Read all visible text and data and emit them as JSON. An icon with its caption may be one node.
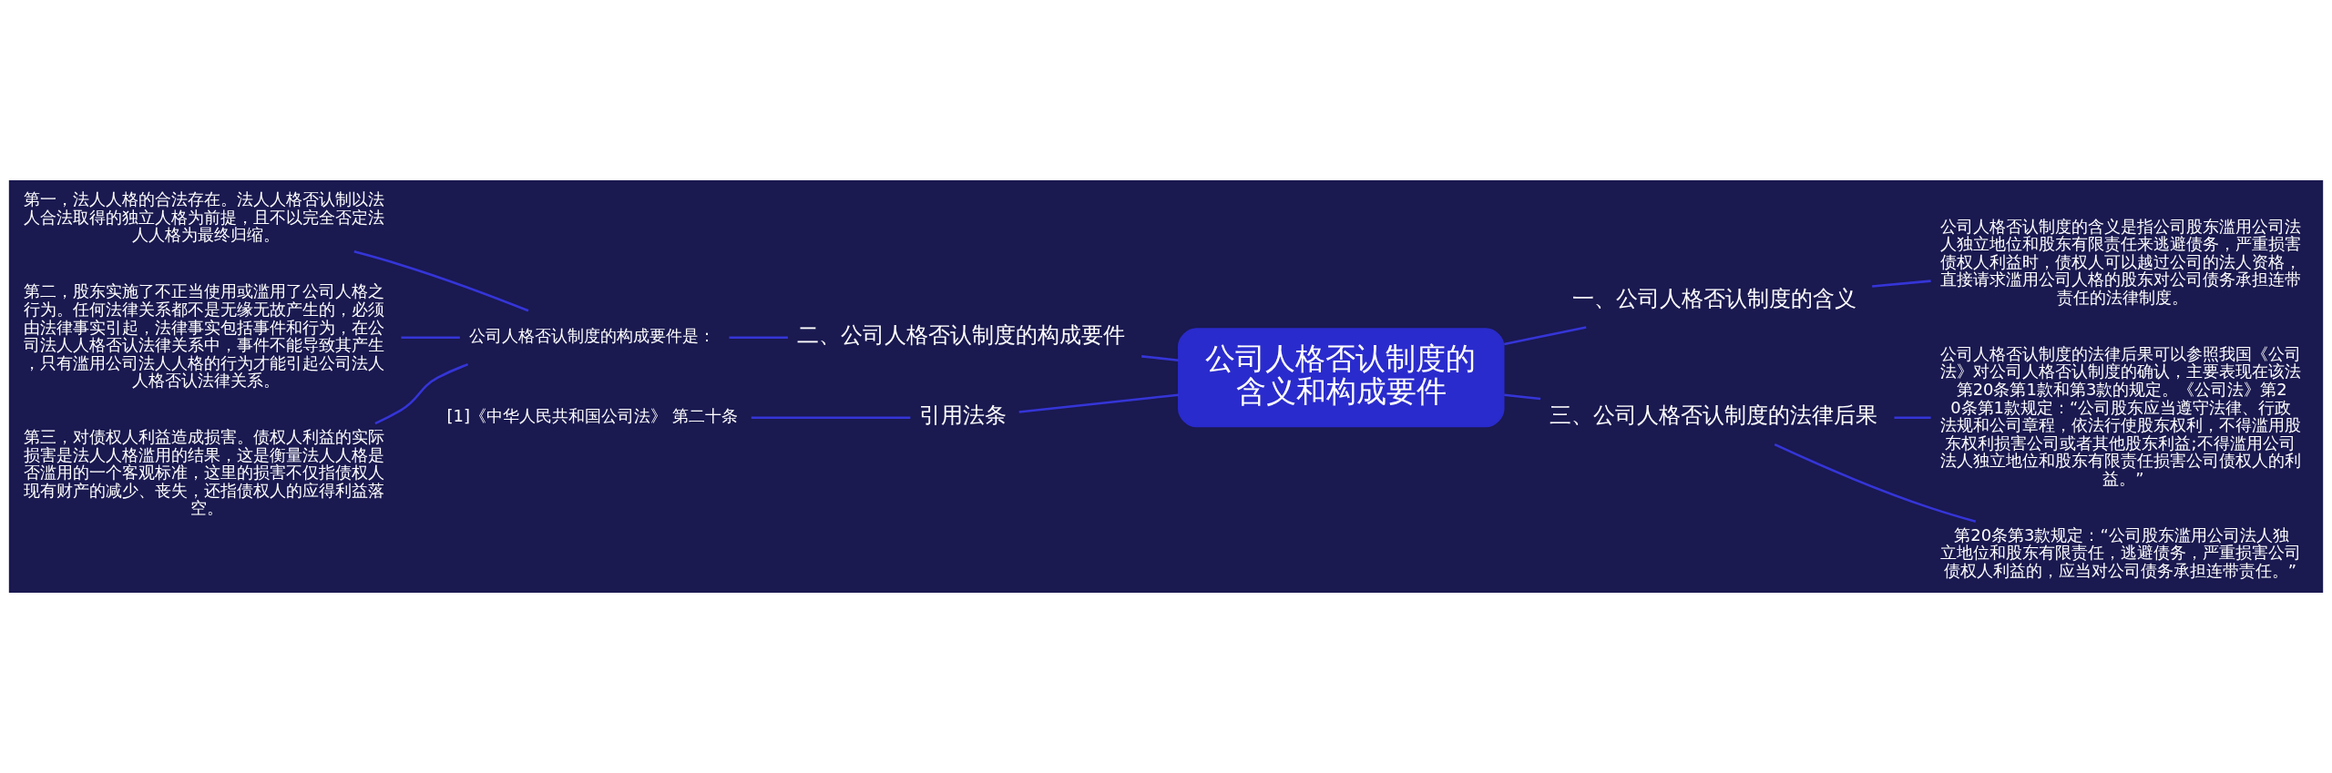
{
  "diagram": {
    "nodes": [
      {
        "text": [
          "公司人格否认制度的含义和构成要件"
        ]
      },
      {
        "text": [
          "一、公司人格否认制度的含义"
        ]
      },
      {
        "text": [
          "公司人格否认制度的含义是指公司股东滥用公司法人独立地位和股东有限责任来逃避债务，严重损害债权人利益时，债权人可以越过公司的法人资格，直接请求滥用公司人格的股东对公司债务承担连带责任的法律制度。"
        ]
      },
      {
        "text": [
          "二、公司人格否认制度的构成要件"
        ]
      },
      {
        "text": [
          "公司人格否认制度的构成要件是："
        ]
      },
      {
        "text": [
          "第一，法人人格的合法存在。法人人格否认制以法人合法取得的独立人格为前提，且不以完全否定法人人格为最终归缩。"
        ]
      },
      {
        "text": [
          "第二，股东实施了不正当使用或滥用了公司人格之行为。任何法律关系都不是无缘无故产生的，必须由法律事实引起，法律事实包括事件和行为，在公司法人人格否认法律关系中，事件不能导致其产生，只有滥用公司法人人格的行为才能引起公司法人人格否认法律关系。"
        ]
      },
      {
        "text": [
          "第三，对债权人利益造成损害。债权人利益的实际损害是法人人格滥用的结果，这是衡量法人人格是否滥用的一个客观标准，这里的损害不仅指债权人现有财产的减少、丧失，还指债权人的应得利益落空。"
        ]
      },
      {
        "text": [
          "三、公司人格否认制度的法律后果"
        ]
      },
      {
        "text": [
          "公司人格否认制度的法律后果可以参照我国《公司法》对公司人格否认制度的确认，主要表现在该法第20条第1款和第3款的规定。《公司法》第20条第1款规定：“公司股东应当遵守法律、行政法规和公司章程，依法行使股东权利，不得滥用股东权利损害公司或者其他股东利益;不得滥用公司法人独立地位和股东有限责任损害公司债权人的利益。”"
        ]
      },
      {
        "text": [
          "第20条第3款规定：“公司股东滥用公司法人独立地位和股东有限责任，逃避债务，严重损害公司债权人利益的，应当对公司债务承担连带责任。”"
        ]
      },
      {
        "text": [
          "引用法条"
        ]
      },
      {
        "text": [
          "[1]《中华人民共和国公司法》 第二十条"
        ]
      }
    ],
    "edges": [
      {
        "from": 0,
        "to": 1,
        "arrow": "none"
      },
      {
        "from": 1,
        "to": 2,
        "arrow": "none"
      },
      {
        "from": 0,
        "to": 3,
        "arrow": "none"
      },
      {
        "from": 3,
        "to": 4,
        "arrow": "none"
      },
      {
        "from": 4,
        "to": 5,
        "arrow": "none"
      },
      {
        "from": 4,
        "to": 6,
        "arrow": "none"
      },
      {
        "from": 4,
        "to": 7,
        "arrow": "none"
      },
      {
        "from": 0,
        "to": 8,
        "arrow": "none"
      },
      {
        "from": 8,
        "to": 9,
        "arrow": "none"
      },
      {
        "from": 8,
        "to": 10,
        "arrow": "none"
      },
      {
        "from": 0,
        "to": 11,
        "arrow": "none"
      },
      {
        "from": 11,
        "to": 12,
        "arrow": "none"
      }
    ]
  }
}
